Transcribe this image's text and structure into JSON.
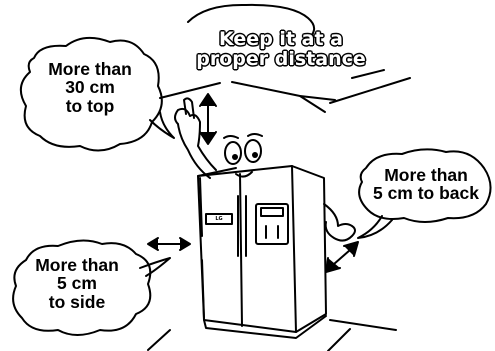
{
  "title": {
    "line1": "Keep it at a",
    "line2": "proper distance"
  },
  "callouts": {
    "top": {
      "line1": "More than",
      "line2": "30 cm",
      "line3": "to top"
    },
    "back": {
      "line1": "More than",
      "line2": "5 cm to back"
    },
    "side": {
      "line1": "More than",
      "line2": "5 cm",
      "line3": "to side"
    }
  },
  "appliance": {
    "badge": "LG"
  },
  "colors": {
    "ink": "#000000",
    "paper": "#ffffff"
  }
}
